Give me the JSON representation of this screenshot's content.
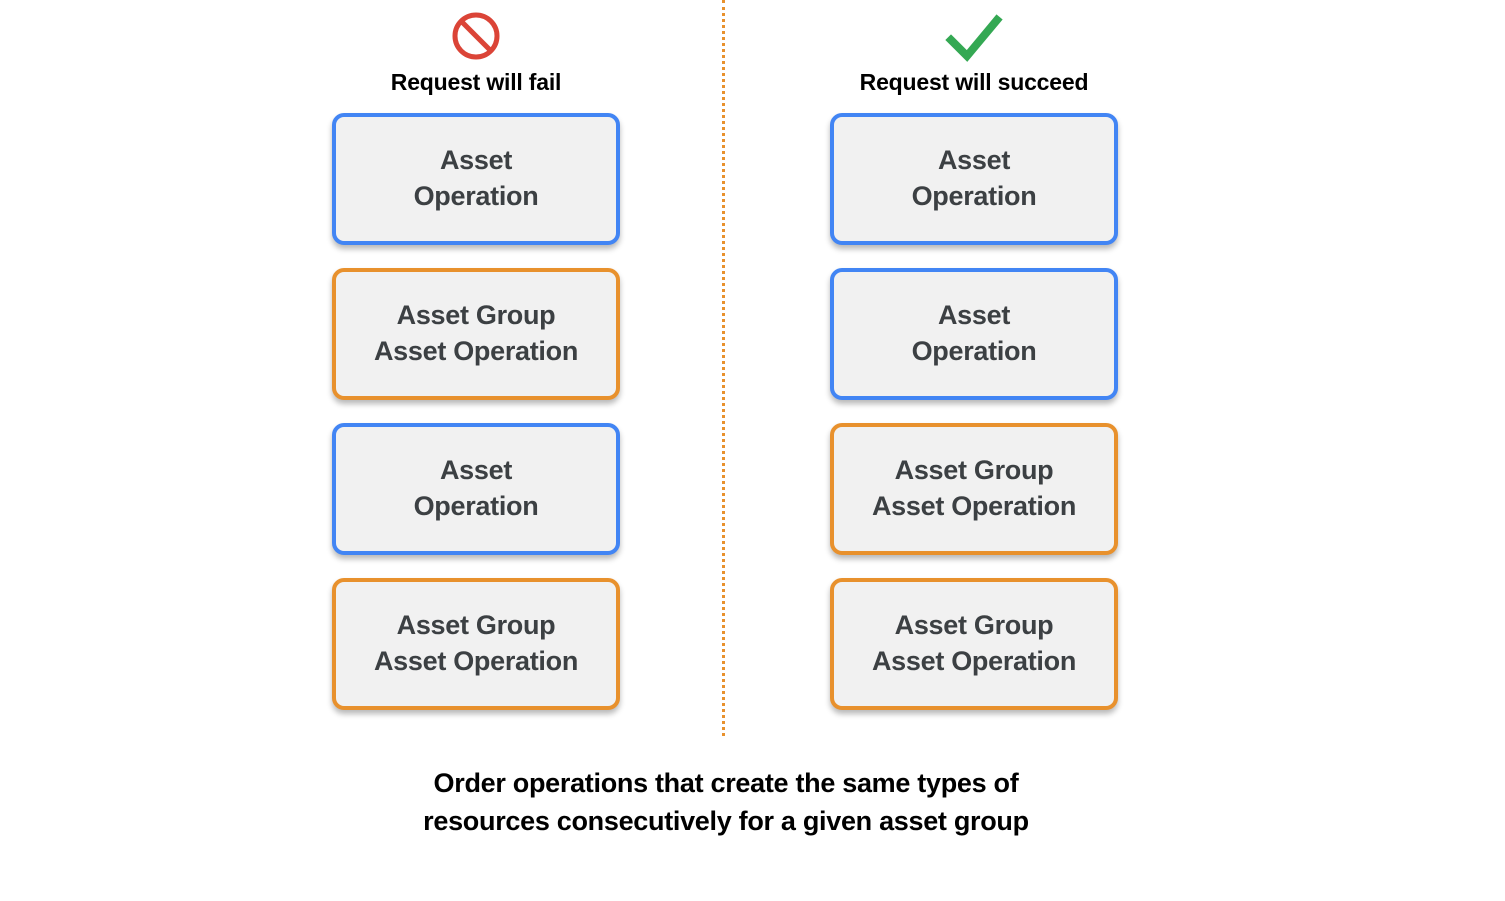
{
  "colors": {
    "blue_border": "#4285F4",
    "orange_border": "#E8912D",
    "box_fill": "#F1F1F1",
    "box_text": "#3C4043",
    "fail_icon": "#DB4437",
    "success_icon": "#34A853",
    "divider": "#E8912D",
    "background": "#FFFFFF"
  },
  "columns": [
    {
      "id": "fail",
      "icon_name": "prohibition-icon",
      "header_label": "Request will fail",
      "boxes": [
        {
          "type": "asset-operation",
          "color": "blue",
          "text": "Asset\nOperation"
        },
        {
          "type": "asset-group-operation",
          "color": "orange",
          "text": "Asset Group\nAsset Operation"
        },
        {
          "type": "asset-operation",
          "color": "blue",
          "text": "Asset\nOperation"
        },
        {
          "type": "asset-group-operation",
          "color": "orange",
          "text": "Asset Group\nAsset Operation"
        }
      ]
    },
    {
      "id": "pass",
      "icon_name": "checkmark-icon",
      "header_label": "Request will succeed",
      "boxes": [
        {
          "type": "asset-operation",
          "color": "blue",
          "text": "Asset\nOperation"
        },
        {
          "type": "asset-operation",
          "color": "blue",
          "text": "Asset\nOperation"
        },
        {
          "type": "asset-group-operation",
          "color": "orange",
          "text": "Asset Group\nAsset Operation"
        },
        {
          "type": "asset-group-operation",
          "color": "orange",
          "text": "Asset Group\nAsset Operation"
        }
      ]
    }
  ],
  "caption": "Order operations that create the same types of\nresources consecutively for a given asset group"
}
